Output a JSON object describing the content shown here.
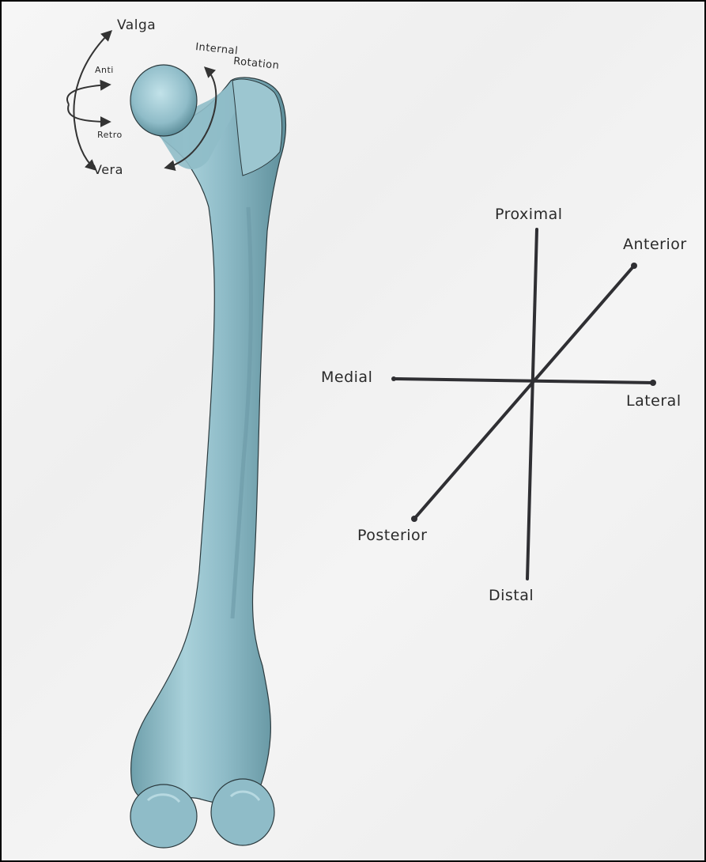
{
  "diagram": {
    "colors": {
      "bone_fill": "#8fbcc8",
      "bone_shadow": "#5d8f9c",
      "bone_highlight": "#b7dbe3",
      "ink": "#2f2f33",
      "paper": "#f2f2f2"
    },
    "femur_labels": {
      "valga": "Valga",
      "anti": "Anti",
      "retro": "Retro",
      "vera": "Vera",
      "internal": "Internal",
      "rotation": "Rotation"
    },
    "axes_labels": {
      "proximal": "Proximal",
      "distal": "Distal",
      "medial": "Medial",
      "lateral": "Lateral",
      "anterior": "Anterior",
      "posterior": "Posterior"
    }
  }
}
